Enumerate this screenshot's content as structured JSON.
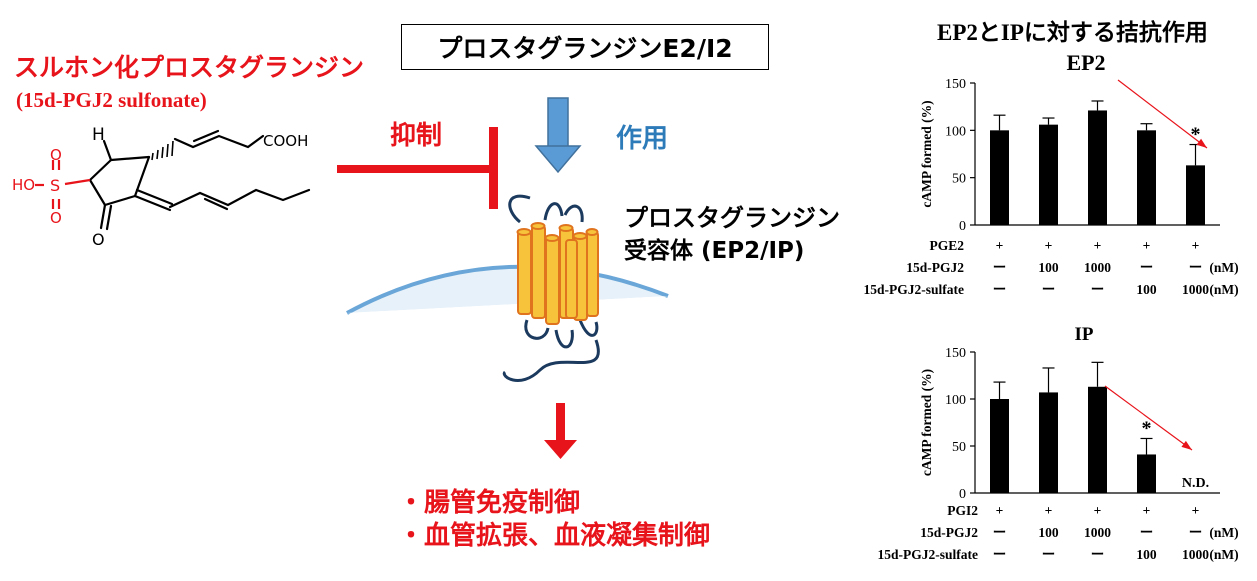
{
  "compound": {
    "name": "スルホン化プロスタグランジン",
    "subname": "(15d-PGJ2 sulfonate)",
    "atoms": {
      "h": "H",
      "cooh": "COOH",
      "ho": "HO",
      "s": "S",
      "o_top": "O",
      "o_bottom": "O",
      "o_ketone": "O"
    }
  },
  "title_box": "プロスタグランジンE2/I2",
  "inhibit_label": "抑制",
  "action_label": "作用",
  "receptor_label": {
    "line1": "プロスタグランジン",
    "line2": "受容体 (EP2/IP)"
  },
  "effects": [
    "・腸管免疫制御",
    "・血管拡張、血液凝集制御"
  ],
  "panel_title": "EP2とIPに対する拮抗作用",
  "colors": {
    "accent_red": "#e8141b",
    "blue_text": "#2e7bb9",
    "helix_fill": "#f6c33b",
    "helix_stroke": "#e0741e",
    "loop": "#1b3a5e"
  },
  "chart_data": [
    {
      "type": "bar",
      "title": "EP2",
      "ylabel": "cAMP formed (%)",
      "ylim": [
        0,
        150
      ],
      "yticks": [
        "0",
        "50",
        "100",
        "150"
      ],
      "values": [
        100,
        106,
        121,
        100,
        63
      ],
      "errors": [
        16,
        7,
        10,
        7,
        22
      ],
      "annotations": [
        "",
        "",
        "",
        "",
        "*"
      ],
      "rows": [
        {
          "label": "PGE2",
          "cells": [
            "+",
            "+",
            "+",
            "+",
            "+"
          ],
          "unit": ""
        },
        {
          "label": "15d-PGJ2",
          "cells": [
            "ー",
            "100",
            "1000",
            "ー",
            "ー"
          ],
          "unit": "(nM)"
        },
        {
          "label": "15d-PGJ2-sulfate",
          "cells": [
            "ー",
            "ー",
            "ー",
            "100",
            "1000"
          ],
          "unit": "(nM)"
        }
      ]
    },
    {
      "type": "bar",
      "title": "IP",
      "ylabel": "cAMP formed (%)",
      "ylim": [
        0,
        150
      ],
      "yticks": [
        "0",
        "50",
        "100",
        "150"
      ],
      "values": [
        100,
        107,
        113,
        null
      ],
      "values_note": "",
      "values_full": [
        100,
        107,
        113,
        41,
        0
      ],
      "errors": [
        18,
        26,
        26,
        17,
        0
      ],
      "annotations": [
        "",
        "",
        "",
        "*",
        "N.D."
      ],
      "rows": [
        {
          "label": "PGI2",
          "cells": [
            "+",
            "+",
            "+",
            "+",
            "+"
          ],
          "unit": ""
        },
        {
          "label": "15d-PGJ2",
          "cells": [
            "ー",
            "100",
            "1000",
            "ー",
            "ー"
          ],
          "unit": "(nM)"
        },
        {
          "label": "15d-PGJ2-sulfate",
          "cells": [
            "ー",
            "ー",
            "ー",
            "100",
            "1000"
          ],
          "unit": "(nM)"
        }
      ]
    }
  ]
}
